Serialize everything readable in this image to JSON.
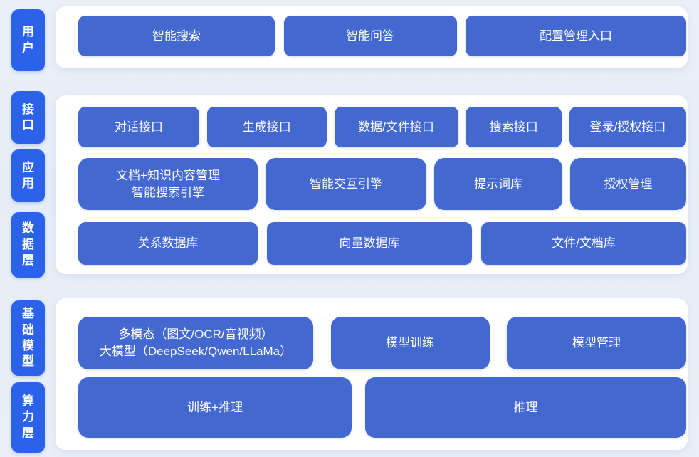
{
  "colors": {
    "background": "#e8eef6",
    "panel": "#ffffff",
    "layer_pill_blue": "#2b62e9",
    "block_blue": "#4368d0",
    "text": "#ffffff"
  },
  "side_labels": {
    "user": "用户",
    "interface": "接口",
    "application": "应用",
    "data_layer": "数据层",
    "foundation_model": "基础模型",
    "compute_layer": "算力层"
  },
  "user_row": {
    "buttons": [
      "智能搜索",
      "智能问答",
      "配置管理入口"
    ]
  },
  "interface_row": {
    "buttons": [
      "对话接口",
      "生成接口",
      "数据/文件接口",
      "搜索接口",
      "登录/授权接口"
    ]
  },
  "application_row": {
    "doc_engine": {
      "line1": "文档+知识内容管理",
      "line2": "智能搜索引擎"
    },
    "buttons": [
      "智能交互引擎",
      "提示词库",
      "授权管理"
    ]
  },
  "data_row": {
    "buttons": [
      "关系数据库",
      "向量数据库",
      "文件/文档库"
    ]
  },
  "model_row": {
    "multimodal": {
      "line1": "多模态（图文/OCR/音视频）",
      "line2": "大模型（DeepSeek/Qwen/LLaMa）"
    },
    "buttons": [
      "模型训练",
      "模型管理"
    ]
  },
  "compute_row": {
    "buttons": [
      "训练+推理",
      "推理"
    ]
  }
}
